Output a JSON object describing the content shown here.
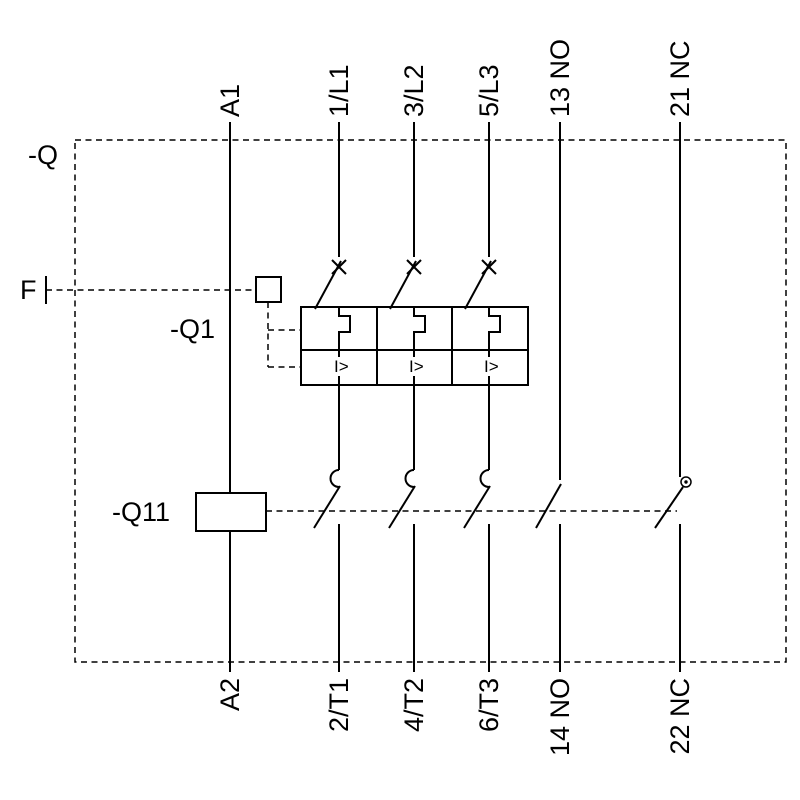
{
  "diagram": {
    "device_label": "-Q",
    "trip_input_label": "F",
    "trip_unit_label": "-Q1",
    "coil_label": "-Q11",
    "magnetic_trip_symbol": "I>",
    "top_terminals": [
      "A1",
      "1/L1",
      "3/L2",
      "5/L3",
      "13 NO",
      "21 NC"
    ],
    "bottom_terminals": [
      "A2",
      "2/T1",
      "4/T2",
      "6/T3",
      "14 NO",
      "22 NC"
    ],
    "colors": {
      "line": "#000000",
      "background": "#ffffff"
    }
  }
}
